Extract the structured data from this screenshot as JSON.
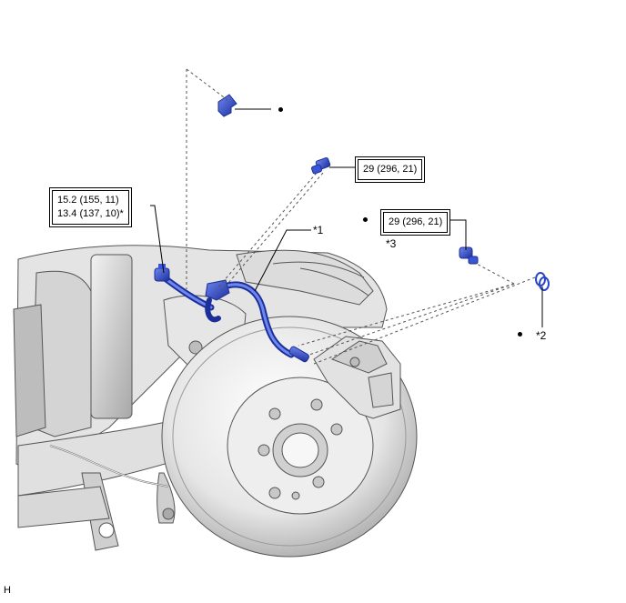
{
  "torque_specs": {
    "hose_union": {
      "line1": "15.2 (155, 11)",
      "line2": "13.4 (137, 10)*"
    },
    "upper_bolt": {
      "line1": "29 (296, 21)"
    },
    "union_bolt": {
      "line1": "29 (296, 21)"
    }
  },
  "callouts": {
    "c1": "*1",
    "c2": "*2",
    "c3": "*3"
  },
  "figure_ref": "H",
  "colors": {
    "part_blue": "#2a45c8",
    "line": "#000000",
    "body_gray": "#d9d9d9"
  }
}
